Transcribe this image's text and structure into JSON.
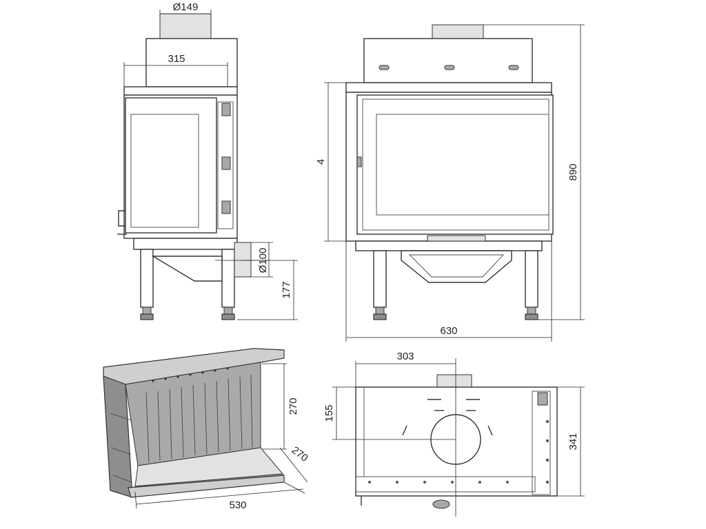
{
  "dimensions": {
    "side_flue_diameter": "Ø149",
    "side_depth": "315",
    "side_air_inlet_diameter": "Ø100",
    "side_leg_height": "177",
    "front_height_partial": "4",
    "front_total_height": "890",
    "front_width": "630",
    "liner_height": "270",
    "liner_depth": "270",
    "liner_width": "530",
    "top_flue_offset": "303",
    "top_flue_depth": "155",
    "top_total_depth": "341"
  },
  "colors": {
    "line": "#333333",
    "fill_grey": "#cfcfcf",
    "fill_dark": "#8e8e8e"
  }
}
